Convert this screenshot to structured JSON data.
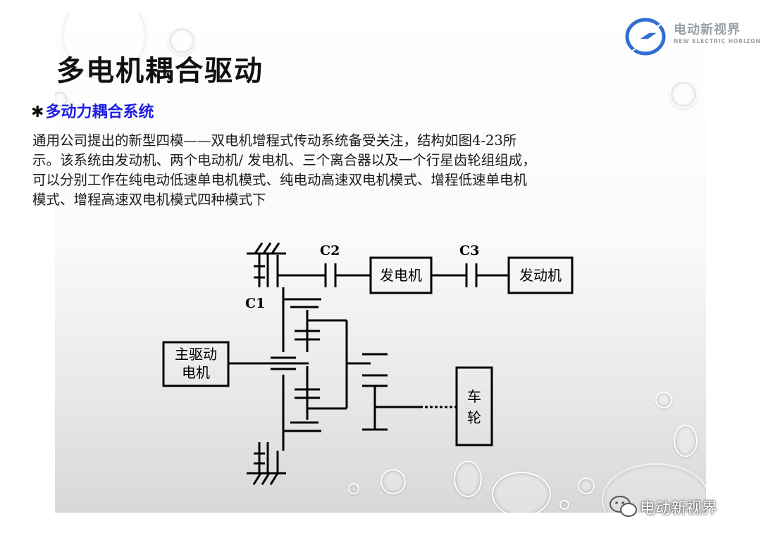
{
  "title": "多电机耦合驱动",
  "subtitle": "多动力耦合系统",
  "subtitle_bullet": "✱",
  "paragraph": [
    "通用公司提出的新型四模——双电机增程式传动系统备受关注，结构如图4-23所",
    "示。该系统由发动机、两个电动机/ 发电机、三个离合器以及一个行星齿轮组组成，",
    "可以分别工作在纯电动低速单电机模式、纯电动高速双电机模式、增程低速单电机",
    "模式、增程高速双电机模式四种模式下"
  ],
  "diagram": {
    "clutch_c1": "C1",
    "clutch_c2": "C2",
    "clutch_c3": "C3",
    "generator": "发电机",
    "engine": "发动机",
    "main_motor_line1": "主驱动",
    "main_motor_line2": "电机",
    "wheel_line1": "车",
    "wheel_line2": "轮"
  },
  "logo": {
    "cn": "电动新视界",
    "en": "NEW ELECTRIC HORIZON"
  },
  "watermark": "电动新视界",
  "colors": {
    "subtitle": "#1e1ee6",
    "logo_blue": "#2f6fd0",
    "logo_gray": "#9aa0a6"
  }
}
